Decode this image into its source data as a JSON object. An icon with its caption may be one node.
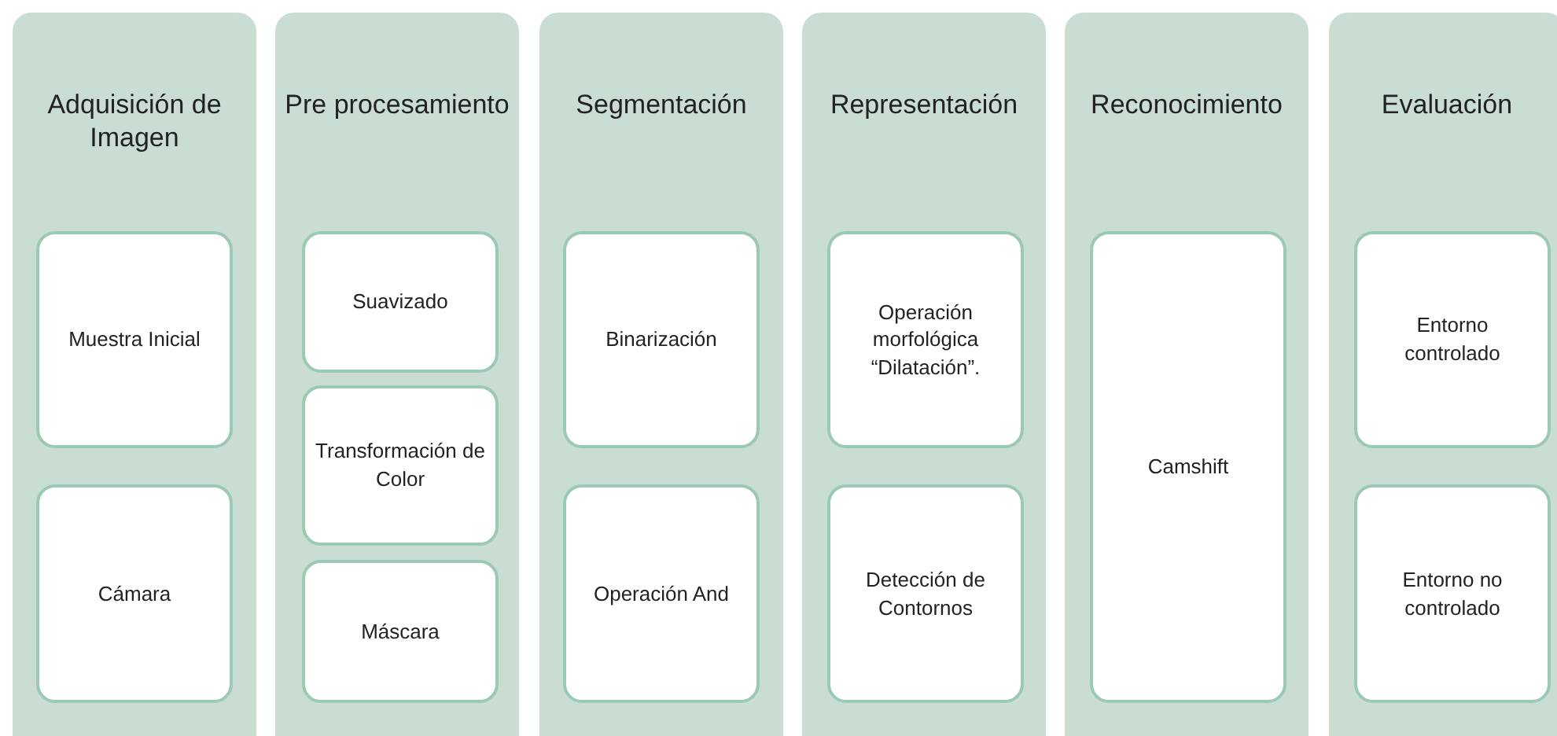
{
  "diagram": {
    "nodes": [
      {
        "text": [
          "Adquisición de Imagen"
        ]
      },
      {
        "text": [
          "Muestra Inicial"
        ],
        "in": 0
      },
      {
        "text": [
          "Cámara"
        ],
        "in": 0
      },
      {
        "text": [
          "Pre procesamiento"
        ]
      },
      {
        "text": [
          "Suavizado"
        ],
        "in": 3
      },
      {
        "text": [
          "Transformación de Color"
        ],
        "in": 3
      },
      {
        "text": [
          "Máscara"
        ],
        "in": 3
      },
      {
        "text": [
          "Segmentación"
        ]
      },
      {
        "text": [
          "Binarización"
        ],
        "in": 7
      },
      {
        "text": [
          "Operación And"
        ],
        "in": 7
      },
      {
        "text": [
          "Representación"
        ]
      },
      {
        "text": [
          "Operación morfológica “Dilatación”."
        ],
        "in": 10
      },
      {
        "text": [
          "Detección de Contornos"
        ],
        "in": 10
      },
      {
        "text": [
          "Reconocimiento"
        ]
      },
      {
        "text": [
          "Camshift"
        ],
        "in": 13
      },
      {
        "text": [
          "Evaluación"
        ]
      },
      {
        "text": [
          "Entorno controlado"
        ],
        "in": 15
      },
      {
        "text": [
          "Entorno no controlado"
        ],
        "in": 15
      }
    ]
  }
}
